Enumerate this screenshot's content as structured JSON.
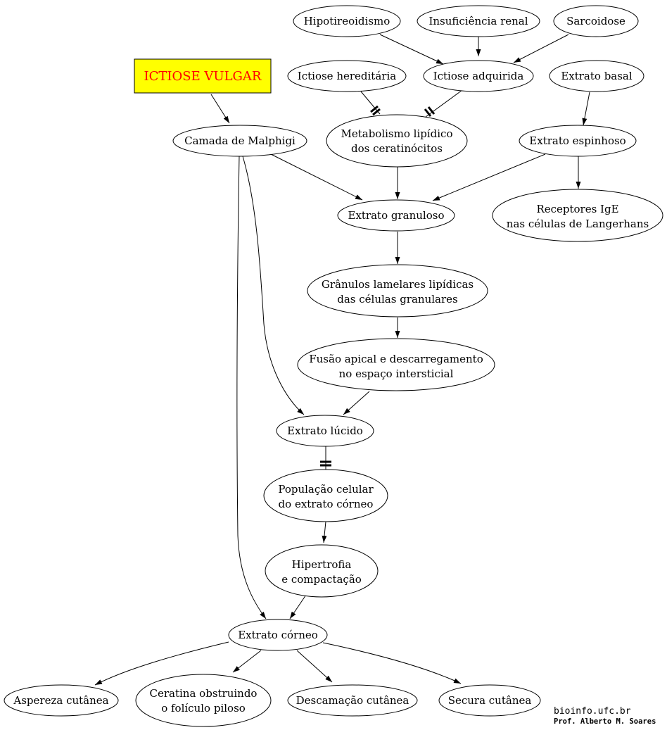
{
  "title": {
    "label": "ICTIOSE VULGAR",
    "bg_color": "#ffff00",
    "text_color": "#ff0000"
  },
  "nodes": {
    "hipotireoidismo": [
      "Hipotireoidismo"
    ],
    "insuficiencia_renal": [
      "Insuficiência renal"
    ],
    "sarcoidose": [
      "Sarcoidose"
    ],
    "ictiose_hereditaria": [
      "Ictiose hereditária"
    ],
    "ictiose_adquirida": [
      "Ictiose adquirida"
    ],
    "extrato_basal": [
      "Extrato basal"
    ],
    "camada_malphigi": [
      "Camada de Malphigi"
    ],
    "metabolismo_lipidico": [
      "Metabolismo lipídico",
      "dos ceratinócitos"
    ],
    "extrato_espinhoso": [
      "Extrato espinhoso"
    ],
    "extrato_granuloso": [
      "Extrato granuloso"
    ],
    "receptores_ige": [
      "Receptores IgE",
      "nas células de Langerhans"
    ],
    "granulos_lamelares": [
      "Grânulos lamelares lipídicas",
      "das células granulares"
    ],
    "fusao_apical": [
      "Fusão apical e descarregamento",
      "no espaço intersticial"
    ],
    "extrato_lucido": [
      "Extrato lúcido"
    ],
    "populacao_celular": [
      "População celular",
      "do extrato córneo"
    ],
    "hipertrofia": [
      "Hipertrofia",
      "e compactação"
    ],
    "extrato_corneo": [
      "Extrato córneo"
    ],
    "aspereza": [
      "Aspereza cutânea"
    ],
    "ceratina": [
      "Ceratina obstruindo",
      "o folículo piloso"
    ],
    "descamacao": [
      "Descamação cutânea"
    ],
    "secura": [
      "Secura cutânea"
    ]
  },
  "edges": [
    {
      "from": "hipotireoidismo",
      "to": "ictiose_adquirida",
      "type": "arrow"
    },
    {
      "from": "insuficiencia_renal",
      "to": "ictiose_adquirida",
      "type": "arrow"
    },
    {
      "from": "sarcoidose",
      "to": "ictiose_adquirida",
      "type": "arrow"
    },
    {
      "from": "ictiose_hereditaria",
      "to": "metabolismo_lipidico",
      "type": "inhibit"
    },
    {
      "from": "ictiose_adquirida",
      "to": "metabolismo_lipidico",
      "type": "inhibit"
    },
    {
      "from": "extrato_basal",
      "to": "extrato_espinhoso",
      "type": "arrow"
    },
    {
      "from": "title",
      "to": "camada_malphigi",
      "type": "arrow"
    },
    {
      "from": "camada_malphigi",
      "to": "extrato_granuloso",
      "type": "arrow"
    },
    {
      "from": "metabolismo_lipidico",
      "to": "extrato_granuloso",
      "type": "arrow"
    },
    {
      "from": "extrato_espinhoso",
      "to": "extrato_granuloso",
      "type": "arrow"
    },
    {
      "from": "extrato_espinhoso",
      "to": "receptores_ige",
      "type": "arrow"
    },
    {
      "from": "extrato_granuloso",
      "to": "granulos_lamelares",
      "type": "arrow"
    },
    {
      "from": "granulos_lamelares",
      "to": "fusao_apical",
      "type": "arrow"
    },
    {
      "from": "camada_malphigi",
      "to": "extrato_lucido",
      "type": "arrow"
    },
    {
      "from": "fusao_apical",
      "to": "extrato_lucido",
      "type": "arrow"
    },
    {
      "from": "extrato_lucido",
      "to": "populacao_celular",
      "type": "inhibit"
    },
    {
      "from": "populacao_celular",
      "to": "hipertrofia",
      "type": "arrow"
    },
    {
      "from": "camada_malphigi",
      "to": "extrato_corneo",
      "type": "arrow"
    },
    {
      "from": "hipertrofia",
      "to": "extrato_corneo",
      "type": "arrow"
    },
    {
      "from": "extrato_corneo",
      "to": "aspereza",
      "type": "arrow"
    },
    {
      "from": "extrato_corneo",
      "to": "ceratina",
      "type": "arrow"
    },
    {
      "from": "extrato_corneo",
      "to": "descamacao",
      "type": "arrow"
    },
    {
      "from": "extrato_corneo",
      "to": "secura",
      "type": "arrow"
    }
  ],
  "credits": {
    "line1": "bioinfo.ufc.br",
    "line2": "Prof. Alberto M. Soares"
  }
}
